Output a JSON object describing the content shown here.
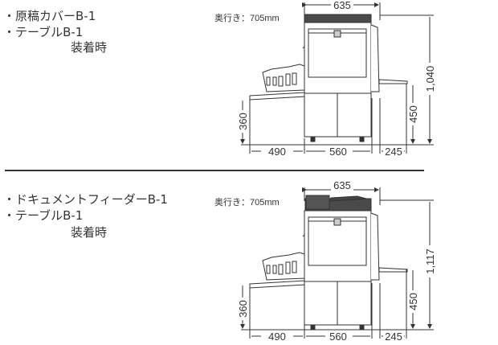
{
  "configurations": [
    {
      "labels": [
        "・原稿カバーB-1",
        "・テーブルB-1"
      ],
      "attached_label": "装着時",
      "depth_label": "奥行き：705mm",
      "dimensions": {
        "width": "635",
        "height": "1,040",
        "exit_tray_height": "450",
        "feed_tray_height": "360",
        "feed_tray_extension": "490",
        "base_width": "560",
        "exit_tray_extension": "245"
      }
    },
    {
      "labels": [
        "・ドキュメントフィーダーB-1",
        "・テーブルB-1"
      ],
      "attached_label": "装着時",
      "depth_label": "奥行き：705mm",
      "dimensions": {
        "width": "635",
        "height": "1,117",
        "exit_tray_height": "450",
        "feed_tray_height": "360",
        "feed_tray_extension": "490",
        "base_width": "560",
        "exit_tray_extension": "245"
      }
    }
  ],
  "colors": {
    "line": "#333333",
    "lid": "#4a4a4a",
    "body": "#ffffff"
  }
}
